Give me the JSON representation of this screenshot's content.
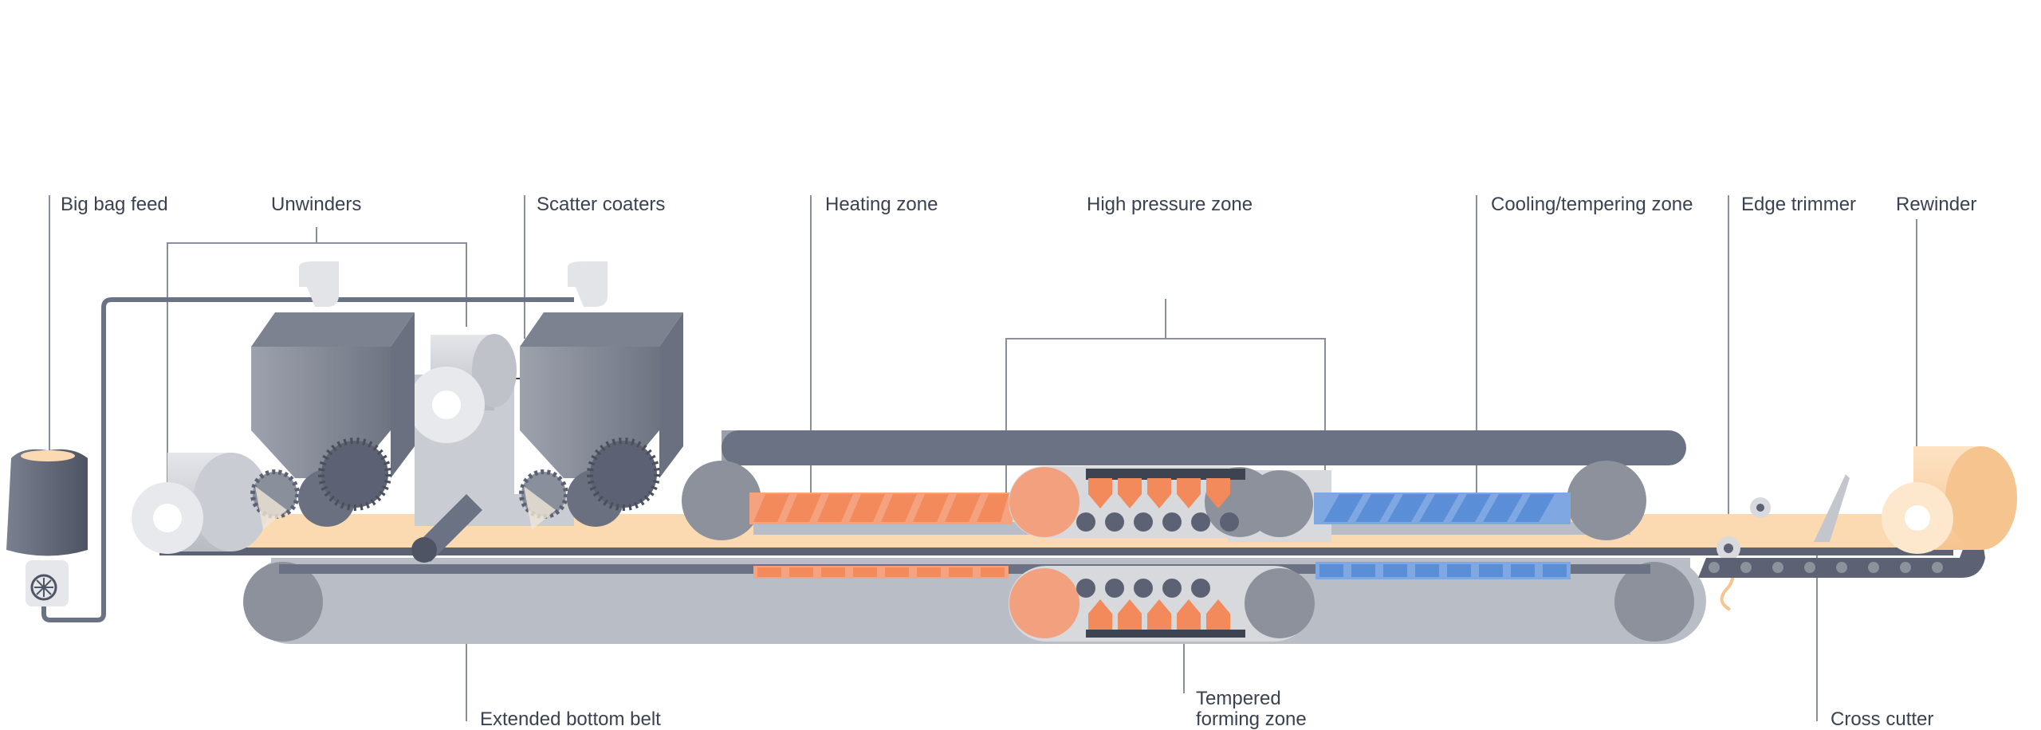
{
  "labels": {
    "big_bag_feed": "Big bag feed",
    "unwinders": "Unwinders",
    "scatter_coaters": "Scatter coaters",
    "heating_zone": "Heating zone",
    "high_pressure_zone": "High pressure zone",
    "cooling_tempering_zone": "Cooling/tempering zone",
    "edge_trimmer": "Edge trimmer",
    "rewinder": "Rewinder",
    "extended_bottom_belt": "Extended bottom belt",
    "tempered_forming_zone": "Tempered\nforming zone",
    "cross_cutter": "Cross cutter"
  },
  "colors": {
    "belt": "#6b7283",
    "belt_light": "#b9bdc5",
    "material": "#fbd9b1",
    "heating": "#f28a5c",
    "cooling": "#5a8fd8",
    "hopper": "#8a8f9c",
    "roller": "#d8dade",
    "leader": "#8a8f99"
  }
}
